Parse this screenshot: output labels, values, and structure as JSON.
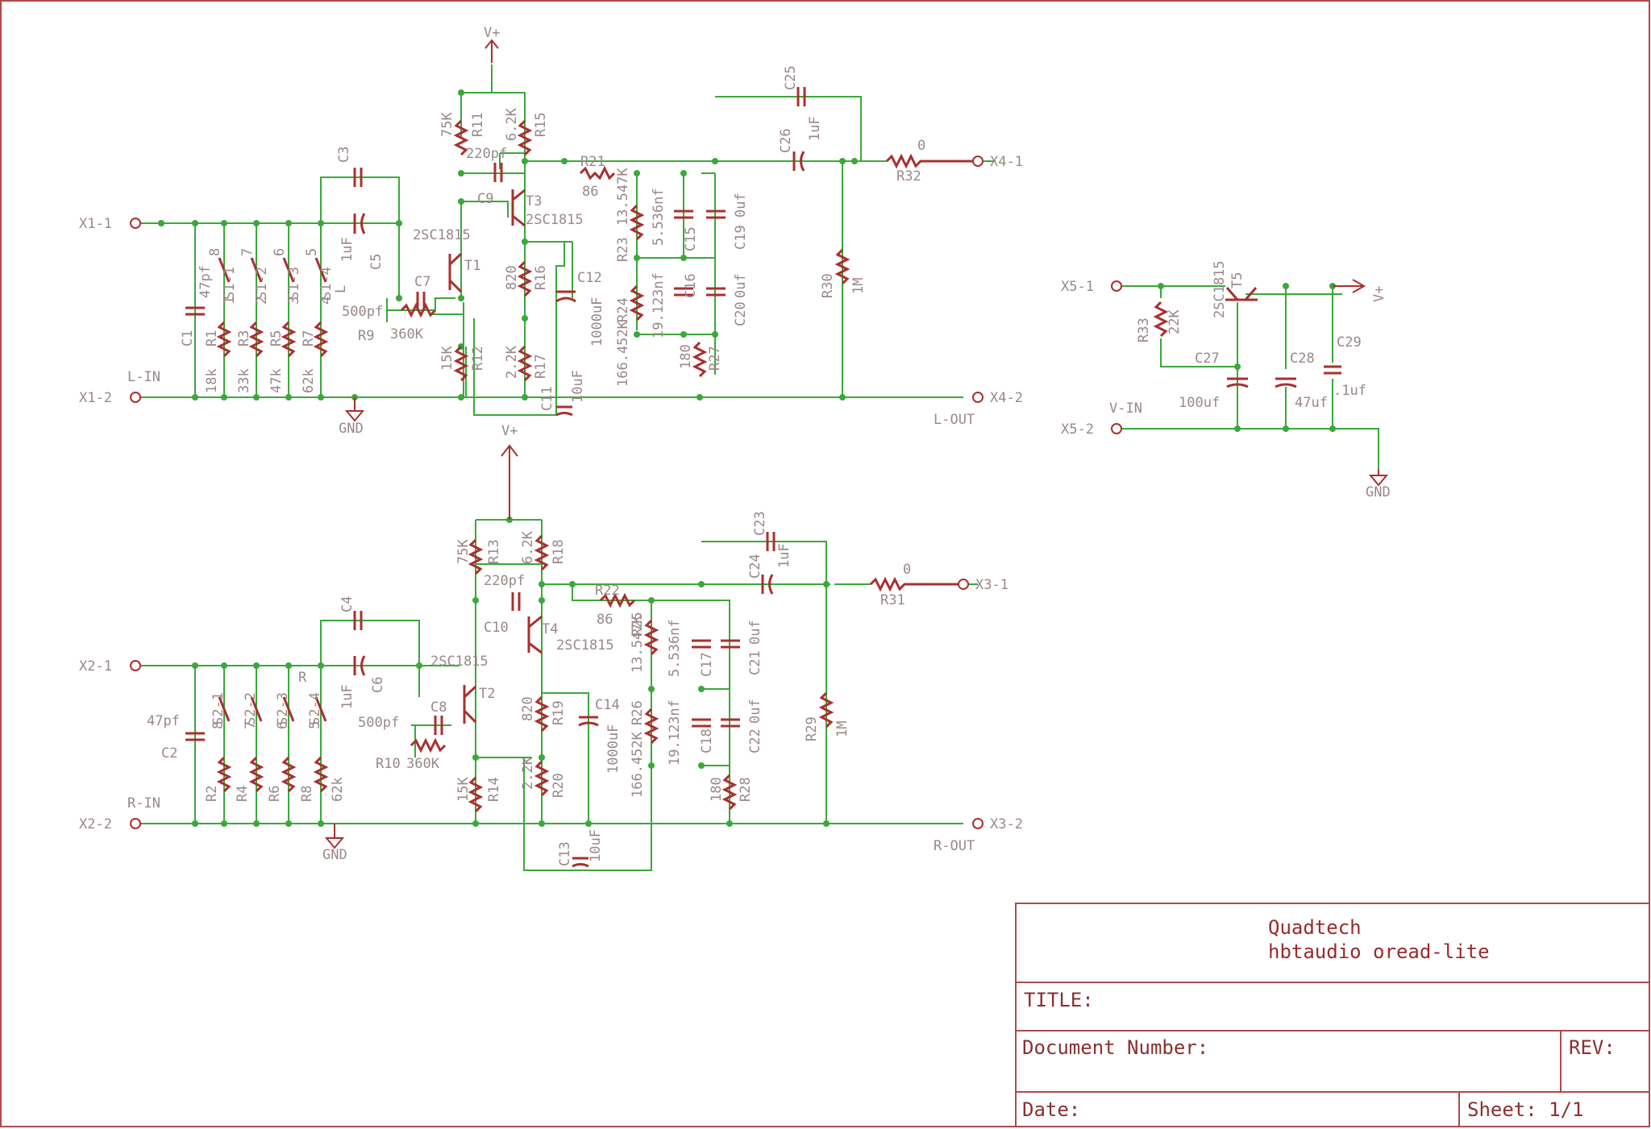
{
  "title_block": {
    "company": "Quadtech",
    "project": "hbtaudio oread-lite",
    "title_label": "TITLE:",
    "docnum_label": "Document Number:",
    "rev_label": "REV:",
    "date_label": "Date:",
    "sheet_label": "Sheet: 1/1"
  },
  "ports": {
    "x1_1": "X1-1",
    "x1_2": "X1-2",
    "x2_1": "X2-1",
    "x2_2": "X2-2",
    "x3_1": "X3-1",
    "x3_2": "X3-2",
    "x4_1": "X4-1",
    "x4_2": "X4-2",
    "x5_1": "X5-1",
    "x5_2": "X5-2"
  },
  "net_labels": {
    "l_in": "L-IN",
    "r_in": "R-IN",
    "l_out": "L-OUT",
    "r_out": "R-OUT",
    "v_in": "V-IN",
    "vplus": "V+",
    "gnd": "GND"
  },
  "left_channel": {
    "c1": "C1",
    "c1_val": "47pf",
    "c3": "C3",
    "c5": "C5",
    "c5_val": "1uF",
    "c7": "C7",
    "c7_val": "500pf",
    "c9": "C9",
    "c9_val": "220pf",
    "c11": "C11",
    "c11_val": "10uF",
    "c12": "C12",
    "c12_val": "1000uF",
    "c15": "C15",
    "c15_val": "5.536nf",
    "c16": "C16",
    "c16_val": "19.123nf",
    "c19": "C19",
    "c19_val": "0uf",
    "c20": "C20",
    "c20_val": "0uf",
    "c25": "C25",
    "c26": "C26",
    "c26_val": "1uF",
    "r1": "R1",
    "r1_val": "18k",
    "r3": "R3",
    "r3_val": "33k",
    "r5": "R5",
    "r5_val": "47k",
    "r7": "R7",
    "r7_val": "62k",
    "r9": "R9",
    "r9_val": "360K",
    "r11": "R11",
    "r11_val": "75K",
    "r12": "R12",
    "r12_val": "15K",
    "r15": "R15",
    "r15_val": "6.2K",
    "r16": "R16",
    "r16_val": "820",
    "r17": "R17",
    "r17_val": "2.2K",
    "r21": "R21",
    "r21_val": "86",
    "r23": "R23",
    "r23_val": "13.547K",
    "r24": "R24",
    "r24_val": "166.452K",
    "r27": "R27",
    "r27_val": "180",
    "r30": "R30",
    "r30_val": "1M",
    "r32": "R32",
    "r32_val": "0",
    "t1": "T1",
    "t1_type": "2SC1815",
    "t3": "T3",
    "t3_type": "2SC1815",
    "s1_1": "S1-1",
    "s1_2": "S1-2",
    "s1_3": "S1-3",
    "s1_4": "S1-4",
    "pin_8": "8",
    "pin_7": "7",
    "pin_6": "6",
    "pin_5": "5",
    "pin_1": "1",
    "pin_2": "2",
    "pin_3": "3",
    "pin_4": "4",
    "sw_l": "L"
  },
  "right_channel": {
    "c2": "C2",
    "c2_val": "47pf",
    "c4": "C4",
    "c6": "C6",
    "c6_val": "1uF",
    "c8": "C8",
    "c8_val": "500pf",
    "c10": "C10",
    "c10_val": "220pf",
    "c13": "C13",
    "c13_val": "10uF",
    "c14": "C14",
    "c14_val": "1000uF",
    "c17": "C17",
    "c17_val": "5.536nf",
    "c18": "C18",
    "c18_val": "19.123nf",
    "c21": "C21",
    "c21_val": "0uf",
    "c22": "C22",
    "c22_val": "0uf",
    "c23": "C23",
    "c24": "C24",
    "c24_val": "1uF",
    "r2": "R2",
    "r4": "R4",
    "r6": "R6",
    "r8": "R8",
    "r8_val": "62k",
    "r10": "R10",
    "r10_val": "360K",
    "r13": "R13",
    "r13_val": "75K",
    "r14": "R14",
    "r14_val": "15K",
    "r18": "R18",
    "r18_val": "6.2K",
    "r19": "R19",
    "r19_val": "820",
    "r20": "R20",
    "r20_val": "2.2K",
    "r22": "R22",
    "r22_val": "86",
    "r25": "R25",
    "r25_val": "13.547K",
    "r26": "R26",
    "r26_val": "166.452K",
    "r28": "R28",
    "r28_val": "180",
    "r29": "R29",
    "r29_val": "1M",
    "r31": "R31",
    "r31_val": "0",
    "t2": "T2",
    "t2_type": "2SC1815",
    "t4": "T4",
    "t4_type": "2SC1815",
    "s2_1": "S2-1",
    "s2_2": "S2-2",
    "s2_3": "S2-3",
    "s2_4": "S2-4",
    "pin_8": "8",
    "pin_7": "7",
    "pin_6": "6",
    "pin_5": "5",
    "sw_r": "R"
  },
  "supply": {
    "t5": "T5",
    "t5_type": "2SC1815",
    "r33": "R33",
    "r33_val": "22K",
    "c27": "C27",
    "c27_val": "100uf",
    "c28": "C28",
    "c28_val": "47uf",
    "c29": "C29",
    "c29_val": ".1uf"
  }
}
